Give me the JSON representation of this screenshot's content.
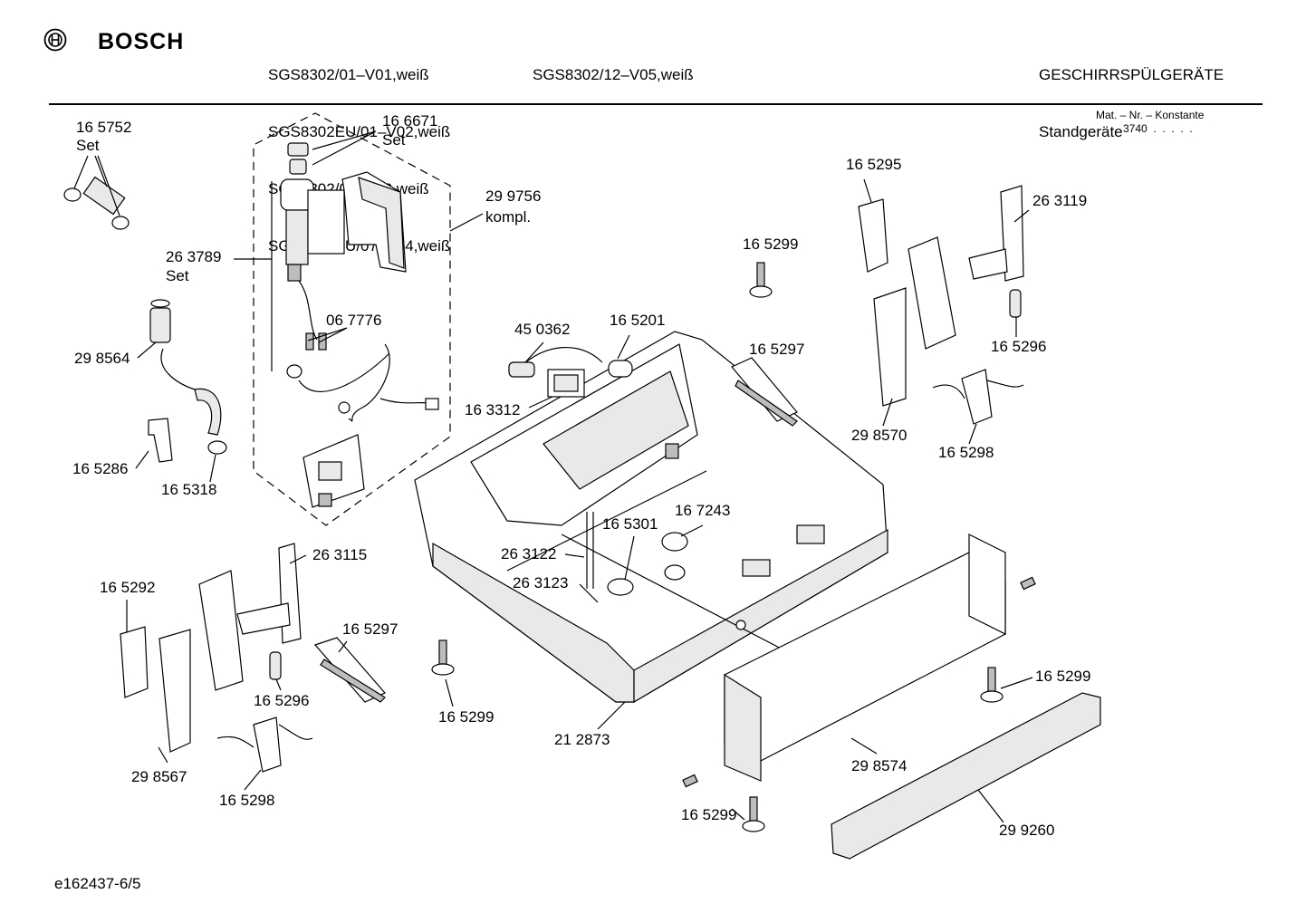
{
  "header": {
    "brand": "BOSCH",
    "models_col1": [
      "SGS8302/01–V01,weiß",
      "SGS8302EU/01–V02,weiß",
      "SGS8302/07–V03,weiß",
      "SGS8302EU/07–V04,weiß"
    ],
    "models_col2": [
      "SGS8302/12–V05,weiß"
    ],
    "category": "GESCHIRRSPÜLGERÄTE",
    "subcategory": "Standgeräte",
    "mat_nr_label": "Mat. – Nr. – Konstante",
    "mat_nr_value": "3740  .  .  .  .  ."
  },
  "parts": [
    {
      "id": "p01",
      "text": "16 5752"
    },
    {
      "id": "p02",
      "text": "Set"
    },
    {
      "id": "p03",
      "text": "16 6671"
    },
    {
      "id": "p04",
      "text": "Set"
    },
    {
      "id": "p05",
      "text": "29 9756"
    },
    {
      "id": "p06",
      "text": "kompl."
    },
    {
      "id": "p07",
      "text": "26 3789"
    },
    {
      "id": "p08",
      "text": "Set"
    },
    {
      "id": "p09",
      "text": "29 8564"
    },
    {
      "id": "p10",
      "text": "06 7776"
    },
    {
      "id": "p11",
      "text": "16 5286"
    },
    {
      "id": "p12",
      "text": "16 5318"
    },
    {
      "id": "p13",
      "text": "45 0362"
    },
    {
      "id": "p14",
      "text": "16 5201"
    },
    {
      "id": "p15",
      "text": "16 3312"
    },
    {
      "id": "p16",
      "text": "16 5299"
    },
    {
      "id": "p17",
      "text": "16 5297"
    },
    {
      "id": "p18",
      "text": "16 5295"
    },
    {
      "id": "p19",
      "text": "26 3119"
    },
    {
      "id": "p20",
      "text": "16 5296"
    },
    {
      "id": "p21",
      "text": "29 8570"
    },
    {
      "id": "p22",
      "text": "16 5298"
    },
    {
      "id": "p23",
      "text": "16 5301"
    },
    {
      "id": "p24",
      "text": "16 7243"
    },
    {
      "id": "p25",
      "text": "26 3122"
    },
    {
      "id": "p26",
      "text": "26 3123"
    },
    {
      "id": "p27",
      "text": "26 3115"
    },
    {
      "id": "p28",
      "text": "16 5292"
    },
    {
      "id": "p29",
      "text": "16 5297"
    },
    {
      "id": "p30",
      "text": "16 5296"
    },
    {
      "id": "p31",
      "text": "16 5299"
    },
    {
      "id": "p32",
      "text": "21 2873"
    },
    {
      "id": "p33",
      "text": "29 8567"
    },
    {
      "id": "p34",
      "text": "16 5298"
    },
    {
      "id": "p35",
      "text": "16 5299"
    },
    {
      "id": "p36",
      "text": "29 8574"
    },
    {
      "id": "p37",
      "text": "16 5299"
    },
    {
      "id": "p38",
      "text": "29 9260"
    }
  ],
  "footer": {
    "drawing_id": "e162437-6/5"
  }
}
